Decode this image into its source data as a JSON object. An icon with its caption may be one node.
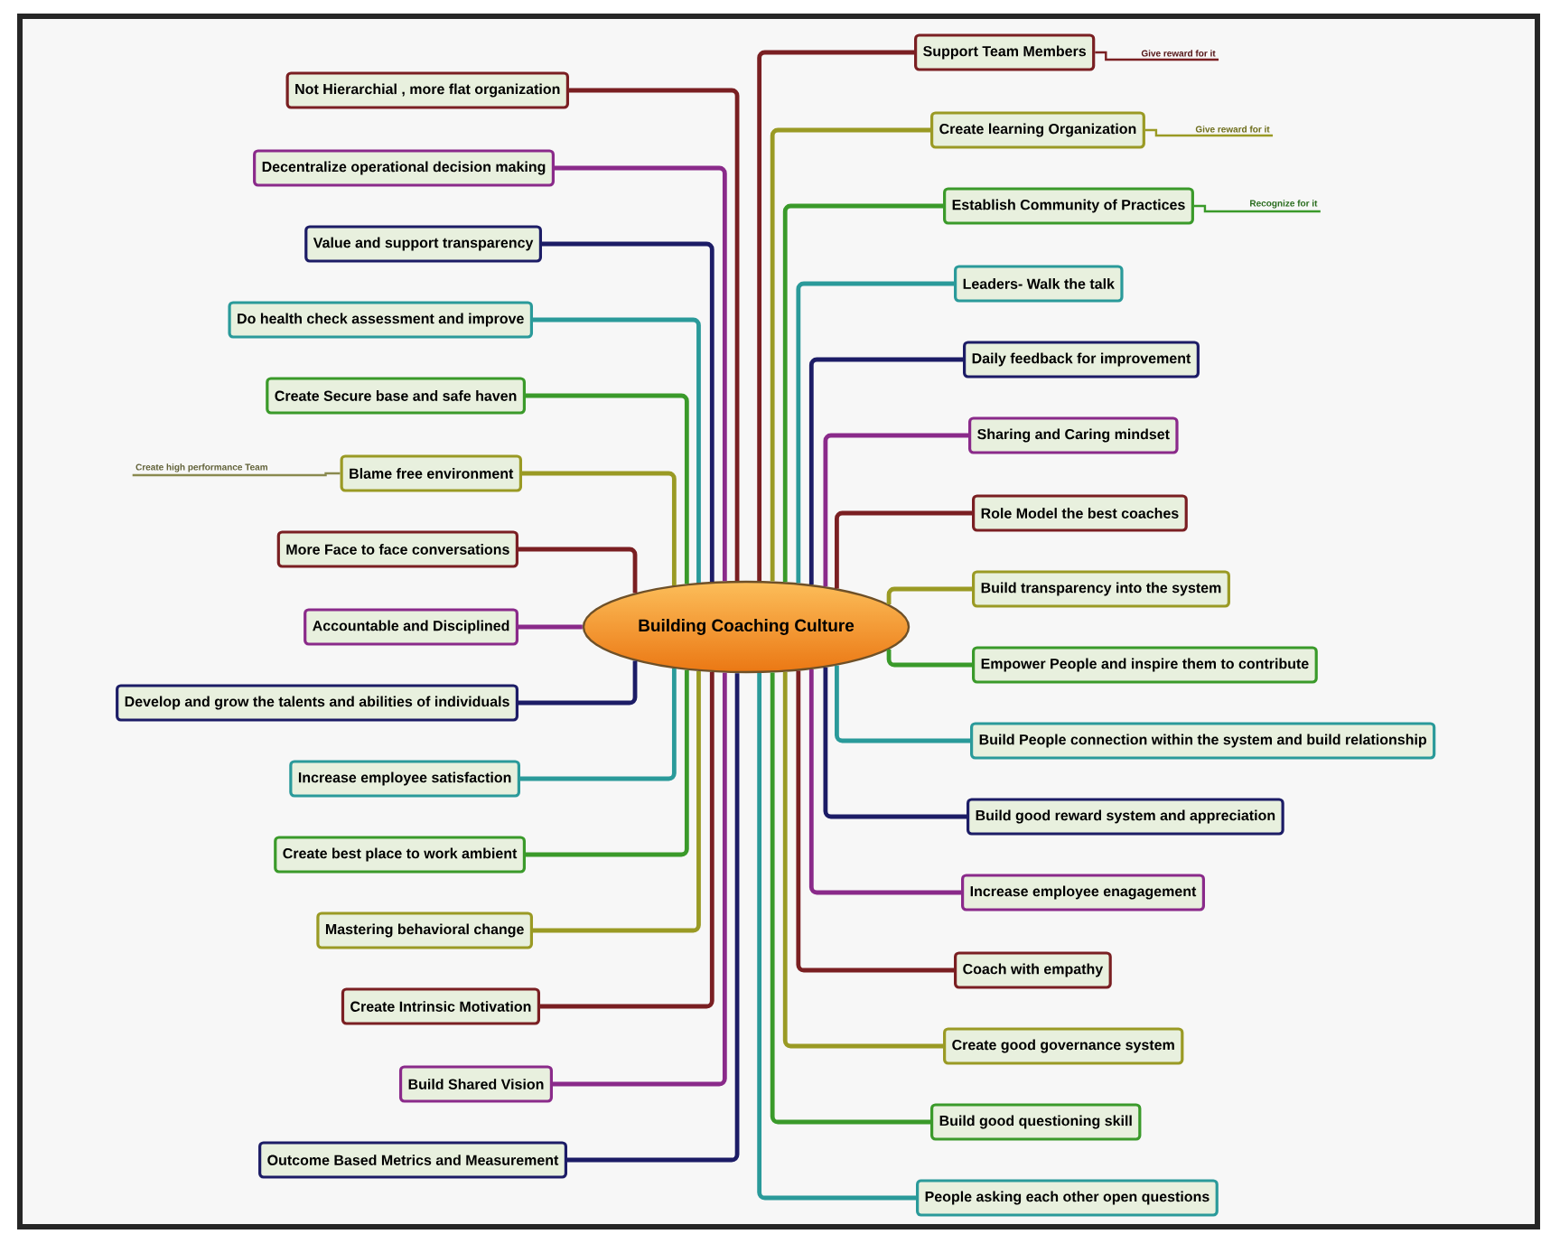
{
  "diagram": {
    "nodes": [
      {
        "text": [
          "Building Coaching Culture"
        ]
      },
      {
        "text": [
          "Not Hierarchial , more flat organization"
        ]
      },
      {
        "text": [
          "Decentralize operational decision making"
        ]
      },
      {
        "text": [
          "Value and support transparency"
        ]
      },
      {
        "text": [
          "Do health check assessment and improve"
        ]
      },
      {
        "text": [
          "Create Secure base and safe haven"
        ]
      },
      {
        "text": [
          "Blame free environment"
        ]
      },
      {
        "text": [
          "Create high performance Team"
        ]
      },
      {
        "text": [
          "More Face to face conversations"
        ]
      },
      {
        "text": [
          "Accountable and Disciplined"
        ]
      },
      {
        "text": [
          "Develop and grow the talents and abilities of individuals"
        ]
      },
      {
        "text": [
          "Increase employee satisfaction"
        ]
      },
      {
        "text": [
          "Create best place to work ambient"
        ]
      },
      {
        "text": [
          "Mastering behavioral change"
        ]
      },
      {
        "text": [
          "Create Intrinsic Motivation"
        ]
      },
      {
        "text": [
          "Build Shared Vision"
        ]
      },
      {
        "text": [
          "Outcome Based Metrics and Measurement"
        ]
      },
      {
        "text": [
          "Support Team Members"
        ]
      },
      {
        "text": [
          "Give reward for it"
        ]
      },
      {
        "text": [
          "Create learning Organization"
        ]
      },
      {
        "text": [
          "Give reward for it"
        ]
      },
      {
        "text": [
          "Establish Community of Practices"
        ]
      },
      {
        "text": [
          "Recognize for it"
        ]
      },
      {
        "text": [
          "Leaders- Walk the talk"
        ]
      },
      {
        "text": [
          "Daily feedback for improvement"
        ]
      },
      {
        "text": [
          "Sharing and Caring mindset"
        ]
      },
      {
        "text": [
          "Role Model the best coaches"
        ]
      },
      {
        "text": [
          "Build transparency into the system"
        ]
      },
      {
        "text": [
          "Empower People and inspire them to contribute"
        ]
      },
      {
        "text": [
          "Build People connection within the system and build relationship"
        ]
      },
      {
        "text": [
          "Build good reward system and appreciation"
        ]
      },
      {
        "text": [
          "Increase employee enagagement"
        ]
      },
      {
        "text": [
          "Coach with empathy"
        ]
      },
      {
        "text": [
          "Create good governance system"
        ]
      },
      {
        "text": [
          "Build good questioning skill"
        ]
      },
      {
        "text": [
          "People asking each other open questions"
        ]
      }
    ],
    "edges": [
      {
        "from": 0,
        "to": 1,
        "arrow": "none",
        "color": "#7a1f22"
      },
      {
        "from": 0,
        "to": 2,
        "arrow": "none",
        "color": "#8a2a8a"
      },
      {
        "from": 0,
        "to": 3,
        "arrow": "none",
        "color": "#1c1c66"
      },
      {
        "from": 0,
        "to": 4,
        "arrow": "none",
        "color": "#2a9a9a"
      },
      {
        "from": 0,
        "to": 5,
        "arrow": "none",
        "color": "#3a9a2a"
      },
      {
        "from": 0,
        "to": 6,
        "arrow": "none",
        "color": "#9a9a24"
      },
      {
        "from": 6,
        "to": 7,
        "arrow": "none",
        "color": "#8a8a50"
      },
      {
        "from": 0,
        "to": 8,
        "arrow": "none",
        "color": "#7a1f22"
      },
      {
        "from": 0,
        "to": 9,
        "arrow": "none",
        "color": "#8a2a8a"
      },
      {
        "from": 0,
        "to": 10,
        "arrow": "none",
        "color": "#1c1c66"
      },
      {
        "from": 0,
        "to": 11,
        "arrow": "none",
        "color": "#2a9a9a"
      },
      {
        "from": 0,
        "to": 12,
        "arrow": "none",
        "color": "#3a9a2a"
      },
      {
        "from": 0,
        "to": 13,
        "arrow": "none",
        "color": "#9a9a24"
      },
      {
        "from": 0,
        "to": 14,
        "arrow": "none",
        "color": "#7a1f22"
      },
      {
        "from": 0,
        "to": 15,
        "arrow": "none",
        "color": "#8a2a8a"
      },
      {
        "from": 0,
        "to": 16,
        "arrow": "none",
        "color": "#1c1c66"
      },
      {
        "from": 0,
        "to": 17,
        "arrow": "none",
        "color": "#7a1f22"
      },
      {
        "from": 17,
        "to": 18,
        "arrow": "none",
        "color": "#7a1f22"
      },
      {
        "from": 0,
        "to": 19,
        "arrow": "none",
        "color": "#9a9a24"
      },
      {
        "from": 19,
        "to": 20,
        "arrow": "none",
        "color": "#9a9a24"
      },
      {
        "from": 0,
        "to": 21,
        "arrow": "none",
        "color": "#3a9a2a"
      },
      {
        "from": 21,
        "to": 22,
        "arrow": "none",
        "color": "#3a9a2a"
      },
      {
        "from": 0,
        "to": 23,
        "arrow": "none",
        "color": "#2a9a9a"
      },
      {
        "from": 0,
        "to": 24,
        "arrow": "none",
        "color": "#1c1c66"
      },
      {
        "from": 0,
        "to": 25,
        "arrow": "none",
        "color": "#8a2a8a"
      },
      {
        "from": 0,
        "to": 26,
        "arrow": "none",
        "color": "#7a1f22"
      },
      {
        "from": 0,
        "to": 27,
        "arrow": "none",
        "color": "#9a9a24"
      },
      {
        "from": 0,
        "to": 28,
        "arrow": "none",
        "color": "#3a9a2a"
      },
      {
        "from": 0,
        "to": 29,
        "arrow": "none",
        "color": "#2a9a9a"
      },
      {
        "from": 0,
        "to": 30,
        "arrow": "none",
        "color": "#1c1c66"
      },
      {
        "from": 0,
        "to": 31,
        "arrow": "none",
        "color": "#8a2a8a"
      },
      {
        "from": 0,
        "to": 32,
        "arrow": "none",
        "color": "#7a1f22"
      },
      {
        "from": 0,
        "to": 33,
        "arrow": "none",
        "color": "#9a9a24"
      },
      {
        "from": 0,
        "to": 34,
        "arrow": "none",
        "color": "#3a9a2a"
      },
      {
        "from": 0,
        "to": 35,
        "arrow": "none",
        "color": "#2a9a9a"
      }
    ]
  }
}
